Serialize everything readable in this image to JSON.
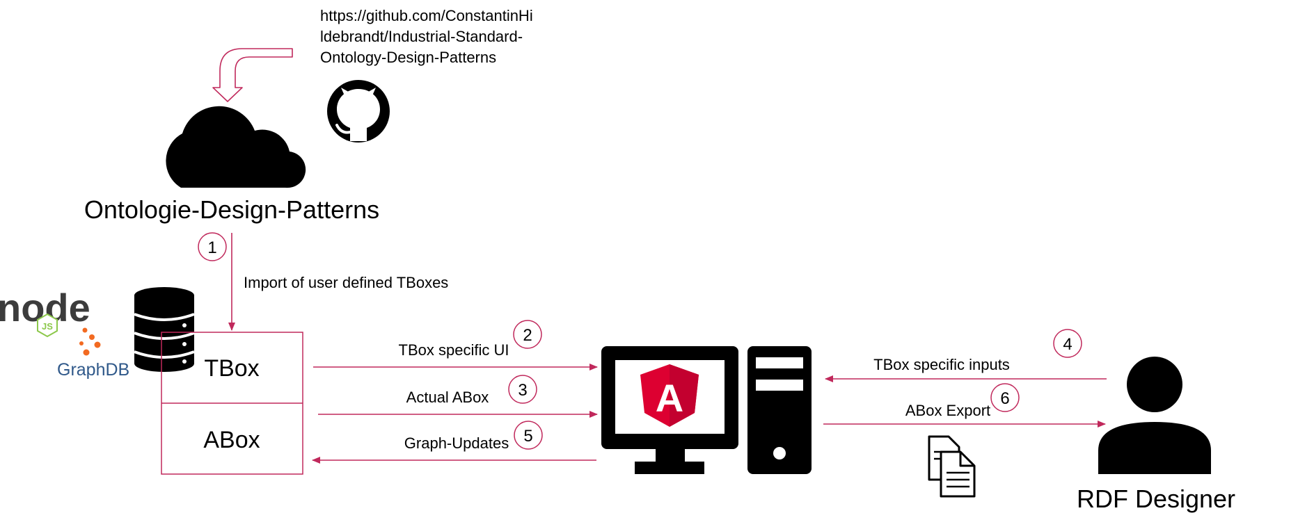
{
  "colors": {
    "accent": "#c0285b",
    "ink": "#000000",
    "angular": "#dd0031",
    "node_green": "#8cc84b",
    "graphdb_blue": "#30598a",
    "graphdb_orange": "#f26a21"
  },
  "repo_url_lines": [
    "https://github.com/ConstantinHi",
    "ldebrandt/Industrial-Standard-",
    "Ontology-Design-Patterns"
  ],
  "cloud_label": "Ontologie-Design-Patterns",
  "import_label": "Import of user defined TBoxes",
  "box": {
    "tbox": "TBox",
    "abox": "ABox"
  },
  "logos": {
    "node_text": "node",
    "node_js": "JS",
    "graphdb": "GraphDB",
    "angular_letter": "A"
  },
  "flows": {
    "tbox_ui": "TBox specific UI",
    "actual_abox": "Actual ABox",
    "graph_updates": "Graph-Updates",
    "tbox_inputs": "TBox specific inputs",
    "abox_export": "ABox Export"
  },
  "steps": [
    "1",
    "2",
    "3",
    "4",
    "5",
    "6"
  ],
  "user_label": "RDF Designer",
  "icons": [
    "curved-arrow-icon",
    "github-icon",
    "cloud-icon",
    "database-icon",
    "nodejs-logo",
    "graphdb-logo",
    "computer-icon",
    "angular-logo",
    "documents-icon",
    "user-icon"
  ]
}
